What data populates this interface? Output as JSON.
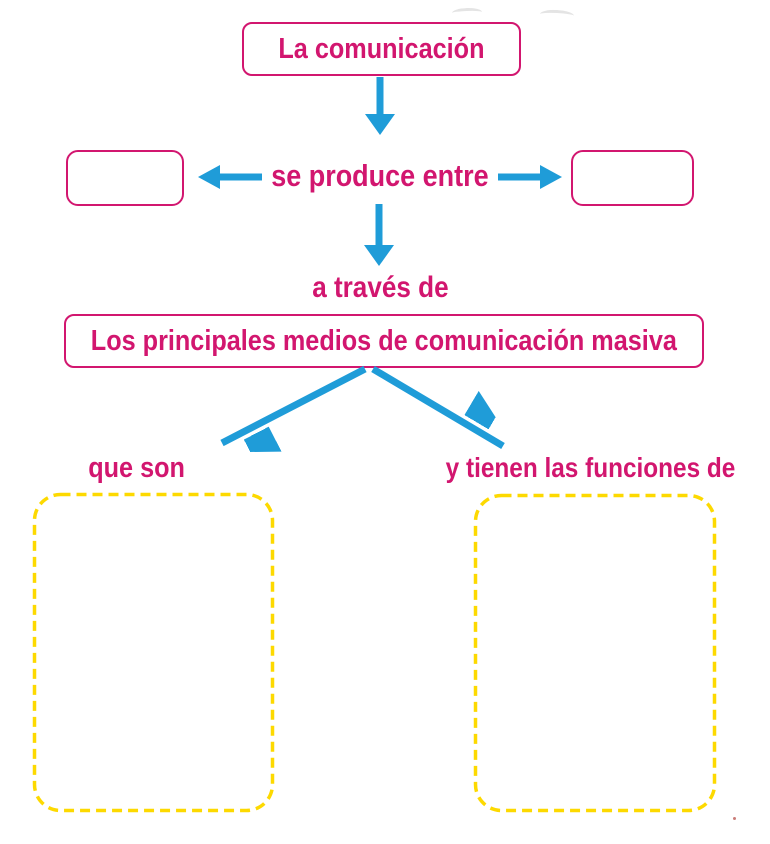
{
  "diagram": {
    "root_label": "La comunicación",
    "left_blank": "",
    "right_blank": "",
    "produce_label": "se produce entre",
    "through_label": "a través de",
    "media_label": "Los principales medios de comunicación masiva",
    "left_branch_label": "que son",
    "right_branch_label": "y tienen las funciones de"
  },
  "colors": {
    "accent_pink": "#d2166f",
    "arrow_blue": "#1f9cd8",
    "dashed_yellow": "#fdd900",
    "background": "#ffffff"
  },
  "icons": {
    "arrow_down_1": "arrow-down",
    "arrow_left": "arrow-left",
    "arrow_right": "arrow-right",
    "arrow_down_2": "arrow-down",
    "branch_left": "arrow-down-left",
    "branch_right": "arrow-down-right"
  }
}
